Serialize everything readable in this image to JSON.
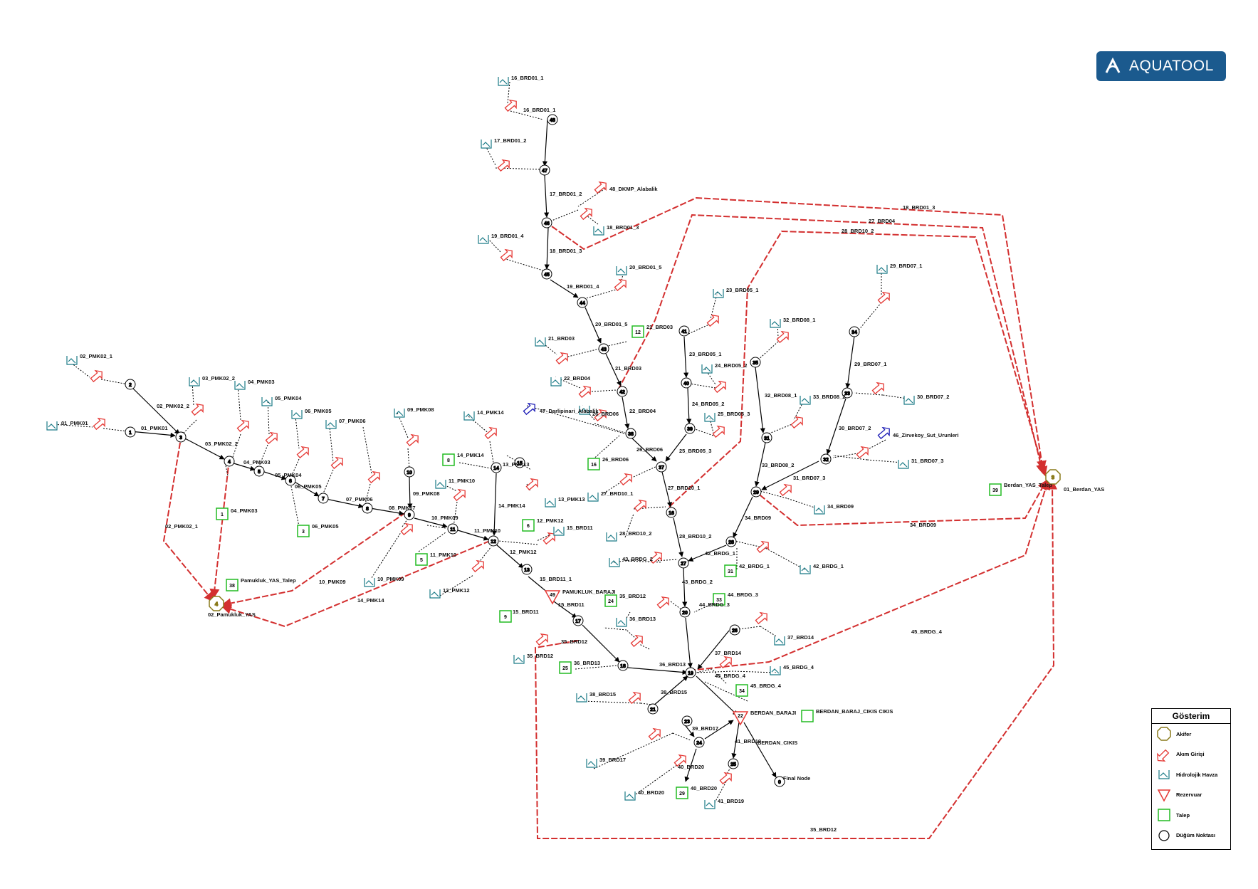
{
  "brand": {
    "name": "AQUATOOL"
  },
  "legend": {
    "title": "Gösterim",
    "items": [
      {
        "label": "Akifer",
        "icon": "aquifer-octagon-icon"
      },
      {
        "label": "Akım Girişi",
        "icon": "inflow-arrow-icon"
      },
      {
        "label": "Hidrolojik Havza",
        "icon": "basin-icon"
      },
      {
        "label": "Rezervuar",
        "icon": "reservoir-triangle-icon"
      },
      {
        "label": "Talep",
        "icon": "demand-square-icon"
      },
      {
        "label": "Düğüm Noktası",
        "icon": "node-circle-icon"
      }
    ]
  },
  "colors": {
    "inflow": "#e53935",
    "basin": "#1a7a86",
    "demand": "#22bb22",
    "aquifer": "#8a7a1a",
    "special": "#1a1ab5",
    "link": "#000000",
    "return": "#d32f2f"
  },
  "nodes": [
    {
      "id": "1",
      "label": "01_PMK01"
    },
    {
      "id": "2",
      "label": "02_PMK02_1"
    },
    {
      "id": "3",
      "label": ""
    },
    {
      "id": "4",
      "label": ""
    },
    {
      "id": "5",
      "label": ""
    },
    {
      "id": "6",
      "label": ""
    },
    {
      "id": "7",
      "label": ""
    },
    {
      "id": "8",
      "label": ""
    },
    {
      "id": "9",
      "label": ""
    },
    {
      "id": "10",
      "label": ""
    },
    {
      "id": "11",
      "label": ""
    },
    {
      "id": "12",
      "label": ""
    },
    {
      "id": "13",
      "label": ""
    },
    {
      "id": "14",
      "label": ""
    },
    {
      "id": "15",
      "label": ""
    },
    {
      "id": "16",
      "label": ""
    },
    {
      "id": "17",
      "label": ""
    },
    {
      "id": "18",
      "label": ""
    },
    {
      "id": "19",
      "label": ""
    },
    {
      "id": "20",
      "label": ""
    },
    {
      "id": "21",
      "label": ""
    },
    {
      "id": "23",
      "label": ""
    },
    {
      "id": "24",
      "label": ""
    },
    {
      "id": "25",
      "label": ""
    },
    {
      "id": "26",
      "label": ""
    },
    {
      "id": "27",
      "label": ""
    },
    {
      "id": "28",
      "label": ""
    },
    {
      "id": "29",
      "label": ""
    },
    {
      "id": "31",
      "label": ""
    },
    {
      "id": "32",
      "label": ""
    },
    {
      "id": "33",
      "label": ""
    },
    {
      "id": "34",
      "label": ""
    },
    {
      "id": "35",
      "label": ""
    },
    {
      "id": "37",
      "label": ""
    },
    {
      "id": "38",
      "label": ""
    },
    {
      "id": "39",
      "label": ""
    },
    {
      "id": "40",
      "label": ""
    },
    {
      "id": "41",
      "label": ""
    },
    {
      "id": "42",
      "label": ""
    },
    {
      "id": "43",
      "label": ""
    },
    {
      "id": "44",
      "label": ""
    },
    {
      "id": "45",
      "label": ""
    },
    {
      "id": "46",
      "label": ""
    },
    {
      "id": "47",
      "label": ""
    },
    {
      "id": "48",
      "label": ""
    },
    {
      "id": "0",
      "label": "Final Node"
    }
  ],
  "basins": [
    {
      "id": "1",
      "label": "01_PMK01"
    },
    {
      "id": "2",
      "label": "02_PMK02_1"
    },
    {
      "id": "3",
      "label": "03_PMK02_2"
    },
    {
      "id": "4",
      "label": "04_PMK03"
    },
    {
      "id": "5",
      "label": "05_PMK04"
    },
    {
      "id": "6",
      "label": "06_PMK05"
    },
    {
      "id": "7",
      "label": "07_PMK06"
    },
    {
      "id": "9",
      "label": "09_PMK08"
    },
    {
      "id": "11",
      "label": "11_PMK10"
    },
    {
      "id": "14",
      "label": "14_PMK14"
    },
    {
      "id": "16",
      "label": "16_BRD01_1"
    },
    {
      "id": "17",
      "label": "17_BRD01_2"
    },
    {
      "id": "18",
      "label": "18_BRD01_3"
    },
    {
      "id": "19",
      "label": "19_BRD01_4"
    },
    {
      "id": "20",
      "label": "20_BRD01_5"
    },
    {
      "id": "21",
      "label": "21_BRD03"
    },
    {
      "id": "22",
      "label": "22_BRD04"
    },
    {
      "id": "23",
      "label": "23_BRD05_1"
    },
    {
      "id": "24",
      "label": "24_BRD05_2"
    },
    {
      "id": "25",
      "label": "25_BRD05_3"
    },
    {
      "id": "26",
      "label": "26_BRD06"
    },
    {
      "id": "27",
      "label": "27_BRD10_1"
    },
    {
      "id": "28",
      "label": "28_BRD10_2"
    },
    {
      "id": "29",
      "label": "29_BRD07_1"
    },
    {
      "id": "30",
      "label": "30_BRD07_2"
    },
    {
      "id": "31",
      "label": "31_BRD07_3"
    },
    {
      "id": "32",
      "label": "32_BRD08_1"
    },
    {
      "id": "33",
      "label": "33_BRD08_2"
    },
    {
      "id": "34",
      "label": "34_BRD09"
    },
    {
      "id": "35",
      "label": "35_BRD12"
    },
    {
      "id": "36",
      "label": "36_BRD13"
    },
    {
      "id": "37",
      "label": "37_BRD14"
    },
    {
      "id": "38",
      "label": "38_BRD15"
    },
    {
      "id": "39",
      "label": "39_BRD17"
    },
    {
      "id": "40",
      "label": "40_BRD20"
    },
    {
      "id": "41",
      "label": "41_BRD19"
    },
    {
      "id": "42",
      "label": "42_BRDG_1"
    },
    {
      "id": "43",
      "label": "43_BRDG_2"
    },
    {
      "id": "45",
      "label": "45_BRDG_4"
    },
    {
      "id": "10",
      "label": "10_PMK09"
    },
    {
      "id": "12",
      "label": "12_PMK12"
    },
    {
      "id": "13",
      "label": "13_PMK13"
    },
    {
      "id": "15",
      "label": "15_BRD11"
    }
  ],
  "demands": [
    {
      "id": "1",
      "label": "04_PMK03"
    },
    {
      "id": "3",
      "label": "06_PMK05"
    },
    {
      "id": "5",
      "label": "11_PMK10"
    },
    {
      "id": "6",
      "label": "12_PMK12"
    },
    {
      "id": "8",
      "label": "14_PMK14"
    },
    {
      "id": "9",
      "label": "15_BRD11"
    },
    {
      "id": "12",
      "label": "21_BRD03"
    },
    {
      "id": "16",
      "label": "26_BRD06"
    },
    {
      "id": "24",
      "label": "35_BRD12"
    },
    {
      "id": "25",
      "label": "36_BRD13"
    },
    {
      "id": "29",
      "label": "40_BRD20"
    },
    {
      "id": "31",
      "label": "42_BRDG_1"
    },
    {
      "id": "33",
      "label": "44_BRDG_3"
    },
    {
      "id": "34",
      "label": "45_BRDG_4"
    },
    {
      "id": "38",
      "label": "Pamukluk_YAS_Talep"
    },
    {
      "id": "39",
      "label": "Berdan_YAS_Talep"
    },
    {
      "id": "BC",
      "label": "BERDAN_BARAJ_CIKIS CIKIS"
    }
  ],
  "reservoirs": [
    {
      "id": "49",
      "label": "PAMUKLUK_BARAJI"
    },
    {
      "id": "22",
      "label": "BERDAN_BARAJI"
    }
  ],
  "aquifers": [
    {
      "id": "4",
      "label": "02_Pamukluk_YAS"
    },
    {
      "id": "3",
      "label": "01_Berdan_YAS"
    }
  ],
  "specials": [
    {
      "id": "47",
      "label": "47_Darlipinari_Alabalik"
    },
    {
      "id": "48",
      "label": "48_DKMP_Alabalik"
    },
    {
      "id": "46",
      "label": "46_Zirvekoy_Sut_Urunleri"
    }
  ],
  "link_labels": {
    "return_main": [
      "18_BRD01_3",
      "27_BRD04",
      "28_BRD10_2",
      "34_BRD09",
      "45_BRDG_4",
      "35_BRD12",
      "02_PMK02_1",
      "10_PMK09",
      "14_PMK14"
    ],
    "flow": [
      "01_PMK01",
      "02_PMK02_2",
      "03_PMK02_2",
      "04_PMK03",
      "05_PMK04",
      "06_PMK05",
      "07_PMK06",
      "08_PMK07",
      "09_PMK08",
      "10_PMK09",
      "11_PMK10",
      "12_PMK12",
      "13_PMK13",
      "14_PMK14",
      "15_BRD11_1",
      "15_BRD11",
      "16_BRD01_1",
      "17_BRD01_2",
      "18_BRD01_3",
      "19_BRD01_4",
      "20_BRD01_5",
      "21_BRD03",
      "22_BRD04",
      "23_BRD05_1",
      "24_BRD05_2",
      "25_BRD05_3",
      "26_BRD06",
      "27_BRD10_1",
      "28_BRD10_2",
      "29_BRD07_1",
      "30_BRD07_2",
      "31_BRD07_3",
      "32_BRD08_1",
      "33_BRD08_2",
      "34_BRD09",
      "35_BRD12",
      "36_BRD13",
      "37_BRD14",
      "38_BRD15",
      "39_BRD17",
      "40_BRD20",
      "41_BRD19",
      "42_BRDG_1",
      "43_BRDG_2",
      "44_BRDG_3",
      "45_BRDG_4",
      "BERDAN_CIKIS"
    ]
  }
}
